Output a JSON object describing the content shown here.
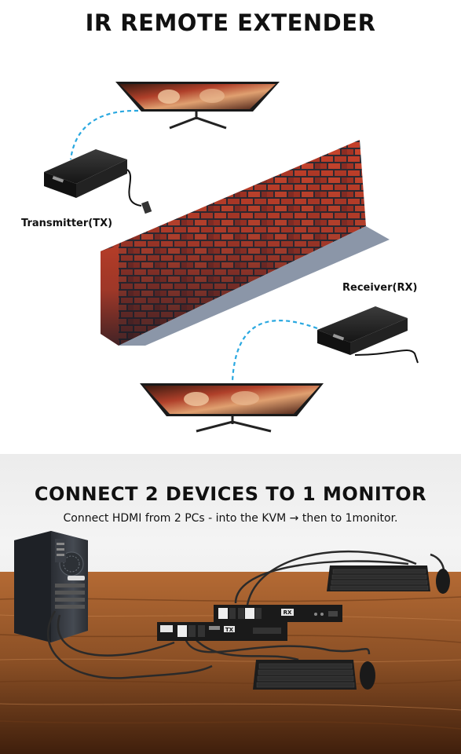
{
  "section1": {
    "title": "IR REMOTE EXTENDER",
    "transmitter_label": "Transmitter(TX)",
    "receiver_label": "Receiver(RX)"
  },
  "section2": {
    "title": "CONNECT 2 DEVICES TO 1 MONITOR",
    "subtitle": "Connect HDMI from 2 PCs - into the KVM → then to 1monitor.",
    "tx_badge": "TX",
    "rx_badge": "RX"
  },
  "colors": {
    "brick_red": "#c5402a",
    "brick_dark": "#3a3640",
    "cable_blue": "#2aa8e0",
    "wood": "#8a4f25"
  }
}
